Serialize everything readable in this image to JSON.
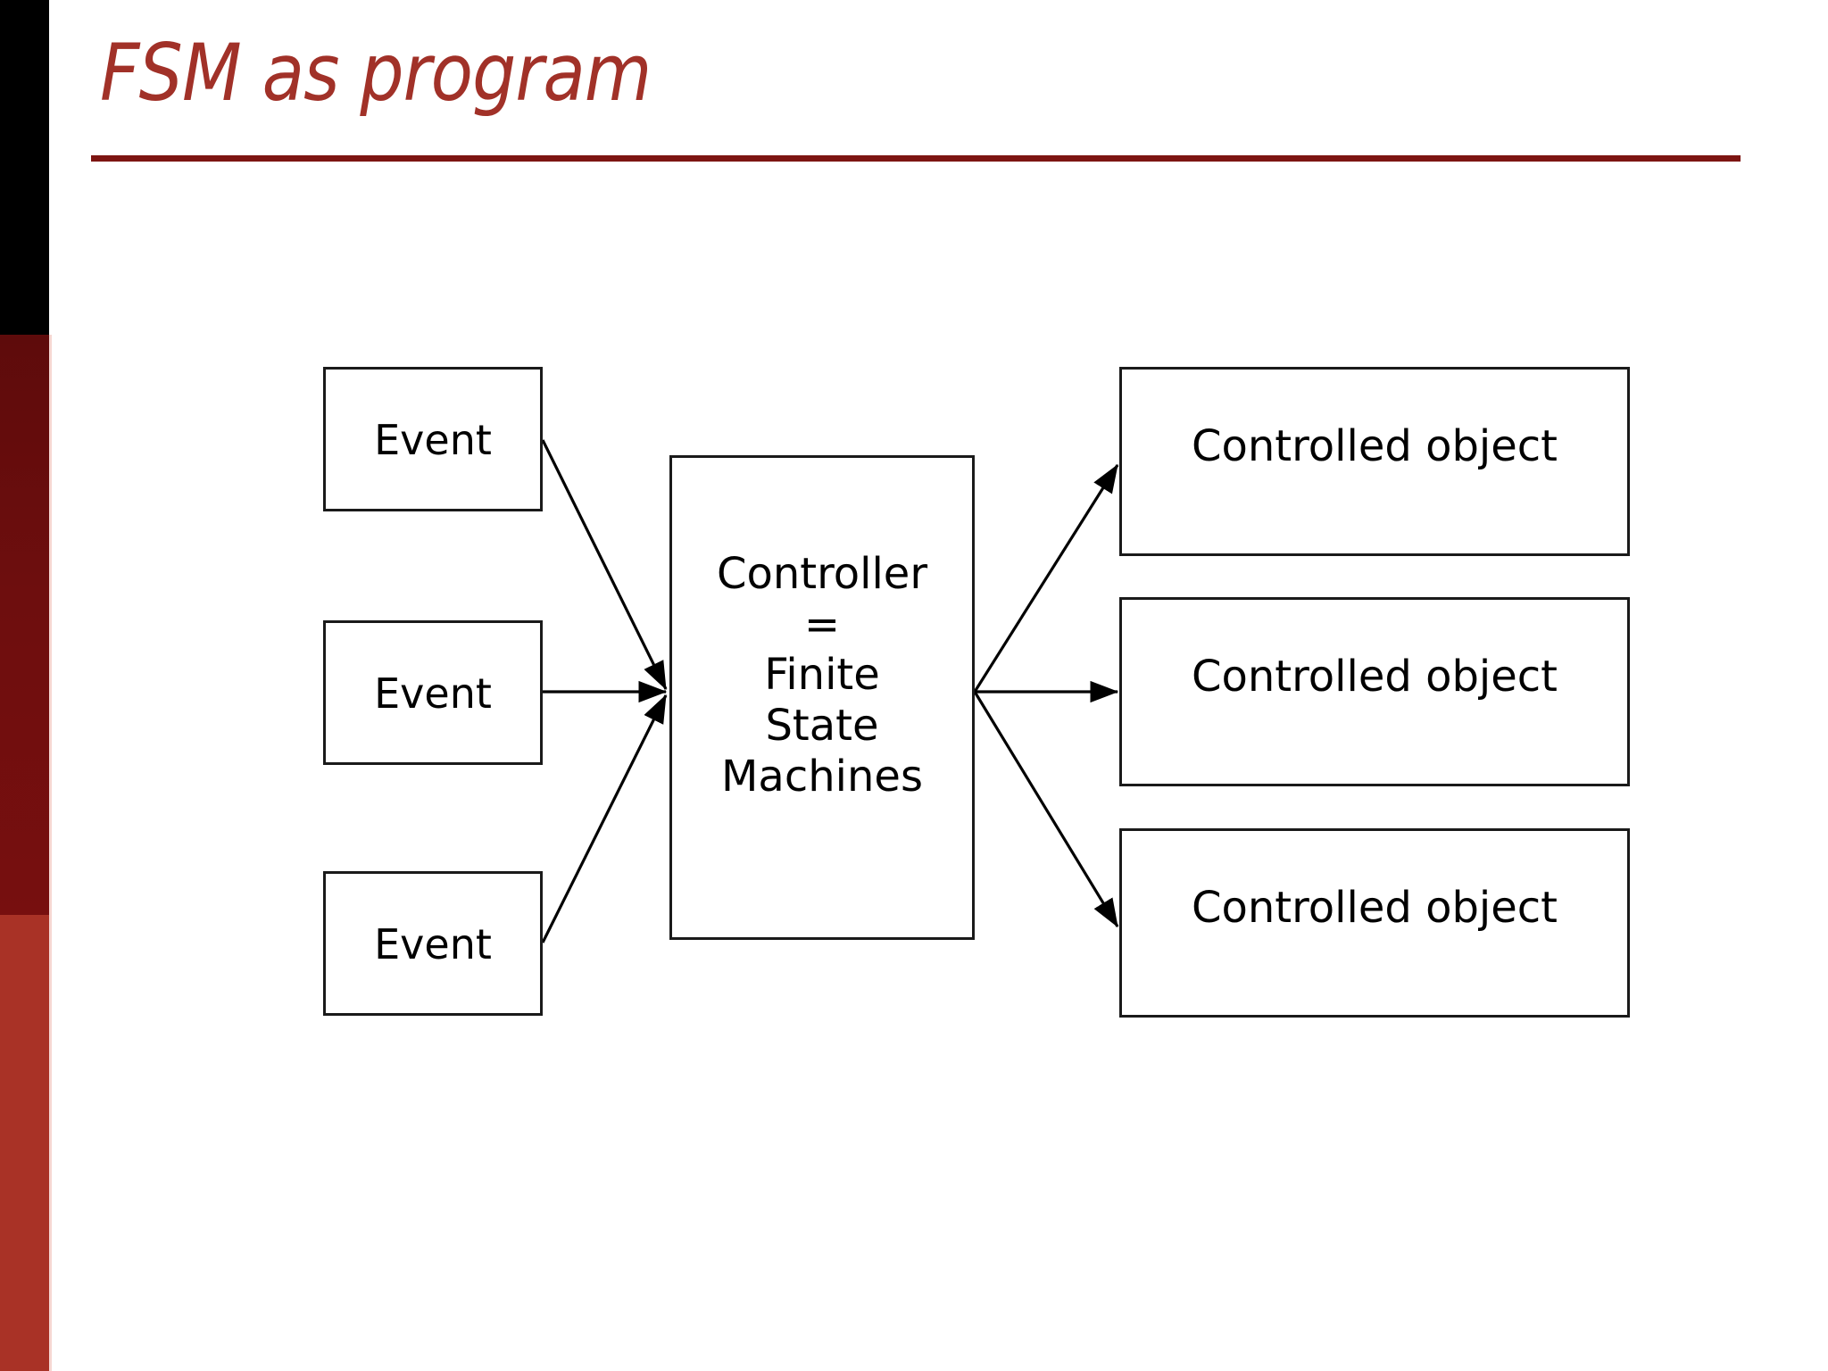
{
  "slide": {
    "title": "FSM as program",
    "accent_colors": {
      "band_black": "#000000",
      "band_dark_red": "#6E0E0E",
      "band_red": "#A93226",
      "title_color": "#A13128",
      "rule_color": "#7D1512"
    }
  },
  "diagram": {
    "type": "block-diagram",
    "inputs": [
      {
        "id": "event-1",
        "label": "Event"
      },
      {
        "id": "event-2",
        "label": "Event"
      },
      {
        "id": "event-3",
        "label": "Event"
      }
    ],
    "controller": {
      "id": "controller",
      "label": "Controller\n=\nFinite\nState\nMachines"
    },
    "outputs": [
      {
        "id": "controlled-object-1",
        "label": "Controlled object"
      },
      {
        "id": "controlled-object-2",
        "label": "Controlled object"
      },
      {
        "id": "controlled-object-3",
        "label": "Controlled object"
      }
    ],
    "edges": [
      {
        "from": "event-1",
        "to": "controller"
      },
      {
        "from": "event-2",
        "to": "controller"
      },
      {
        "from": "event-3",
        "to": "controller"
      },
      {
        "from": "controller",
        "to": "controlled-object-1"
      },
      {
        "from": "controller",
        "to": "controlled-object-2"
      },
      {
        "from": "controller",
        "to": "controlled-object-3"
      }
    ]
  }
}
